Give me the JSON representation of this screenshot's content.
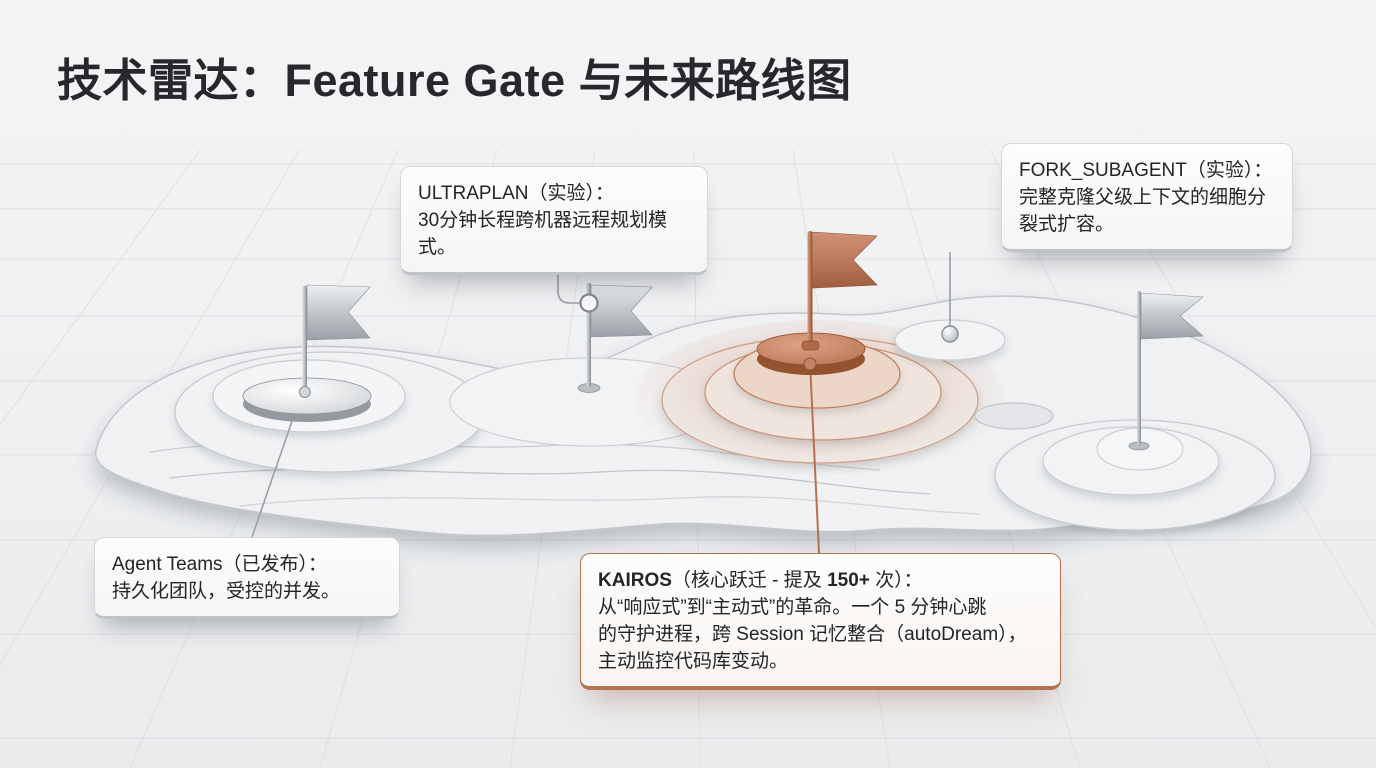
{
  "title": "技术雷达：Feature Gate 与未来路线图",
  "colors": {
    "background": "#eff0f2",
    "grid_line": "#d9dbde",
    "accent_copper": "#b5714f",
    "silver": "#b9bdc2",
    "text": "#222428"
  },
  "callouts": {
    "ultraplan": {
      "title": "ULTRAPLAN（实验）：",
      "body": "30分钟长程跨机器远程规划模式。"
    },
    "fork_subagent": {
      "title": "FORK_SUBAGENT（实验）：",
      "body": "完整克隆父级上下文的细胞分裂式扩容。"
    },
    "agent_teams": {
      "title": "Agent Teams（已发布）：",
      "body": "持久化团队，受控的并发。"
    },
    "kairos": {
      "name": "KAIROS",
      "title_mid": "（核心跃迁 - 提及 ",
      "mentions": "150+",
      "title_end": " 次）：",
      "body_line1": "从“响应式”到“主动式”的革命。一个 5 分钟心跳",
      "body_line2": "的守护进程，跨 Session 记忆整合（autoDream），",
      "body_line3": "主动监控代码库变动。"
    }
  },
  "map": {
    "markers": [
      {
        "label": "agent-teams",
        "type": "flag",
        "color": "#b9bdc2"
      },
      {
        "label": "ultraplan",
        "type": "flag",
        "color": "#b9bdc2"
      },
      {
        "label": "kairos",
        "type": "flag",
        "color": "#bb7b5d"
      },
      {
        "label": "fork-subagent",
        "type": "ball",
        "color": "#b9bdc2"
      },
      {
        "label": "roadmap-east",
        "type": "flag",
        "color": "#b9bdc2"
      }
    ]
  }
}
